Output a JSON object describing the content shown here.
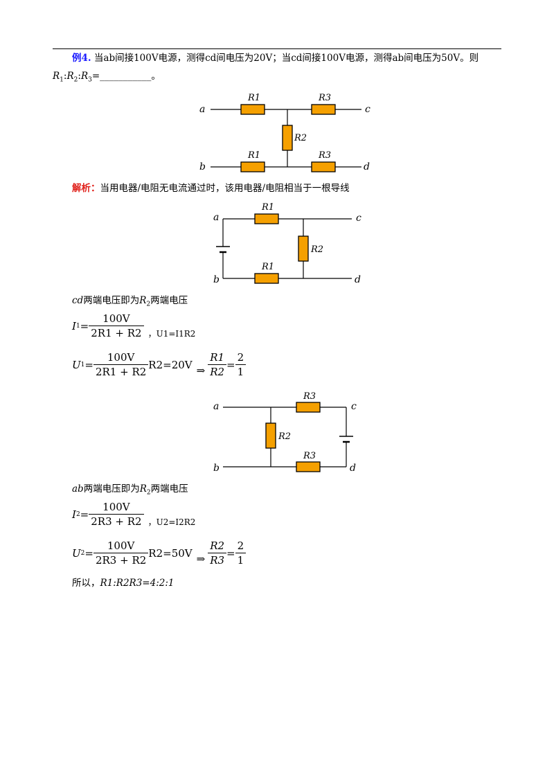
{
  "problem": {
    "label": "例4.",
    "text_line1": "当ab间接100V电源，测得cd间电压为20V；当cd间接100V电源，测得ab间电压为50V。则",
    "text_line2_prefix": "R",
    "text_line2_rest": "=",
    "blank": "___________",
    "text_line2_end": "。"
  },
  "circuit1": {
    "node_a": "a",
    "node_b": "b",
    "node_c": "c",
    "node_d": "d",
    "r1_top": "R1",
    "r3_top": "R3",
    "r2_mid": "R2",
    "r1_bot": "R1",
    "r3_bot": "R3"
  },
  "analysis": {
    "label": "解析：",
    "text": "当用电器/电阻无电流通过时，该用电器/电阻相当于一根导线"
  },
  "circuit2": {
    "node_a": "a",
    "node_b": "b",
    "node_c": "c",
    "node_d": "d",
    "r1_top": "R1",
    "r2_mid": "R2",
    "r1_bot": "R1"
  },
  "step1": {
    "statement_var": "cd",
    "statement_text": "两端电压即为",
    "statement_r": "R",
    "statement_tail": "两端电压",
    "i1_lhs": "I",
    "i1_num": "100V",
    "i1_den": "2R1 + R2",
    "i1_note": "U1=I1R2",
    "u1_lhs": "U",
    "u1_num": "100V",
    "u1_den": "2R1 + R2",
    "u1_rhs": "R2=20V",
    "arrow": "⇒",
    "ratio_num": "R1",
    "ratio_den": "R2",
    "ratio_val_num": "2",
    "ratio_val_den": "1"
  },
  "circuit3": {
    "node_a": "a",
    "node_b": "b",
    "node_c": "c",
    "node_d": "d",
    "r3_top": "R3",
    "r2_mid": "R2",
    "r3_bot": "R3"
  },
  "step2": {
    "statement_var": "ab",
    "statement_text": "两端电压即为",
    "statement_r": "R",
    "statement_tail": "两端电压",
    "i2_lhs": "I",
    "i2_num": "100V",
    "i2_den": "2R3 + R2",
    "i2_note": "U2=I2R2",
    "u2_lhs": "U",
    "u2_num": "100V",
    "u2_den": "2R3 + R2",
    "u2_rhs": "R2=50V",
    "arrow": "⇒",
    "ratio_num": "R2",
    "ratio_den": "R3",
    "ratio_val_num": "2",
    "ratio_val_den": "1"
  },
  "conclusion": {
    "prefix": "所以，",
    "answer": "R1:R2R3=4:2:1"
  },
  "colors": {
    "resistor_fill": "#f5a000",
    "resistor_stroke": "#000000",
    "label_blue": "#1a1aff",
    "label_red": "#e0201a"
  }
}
